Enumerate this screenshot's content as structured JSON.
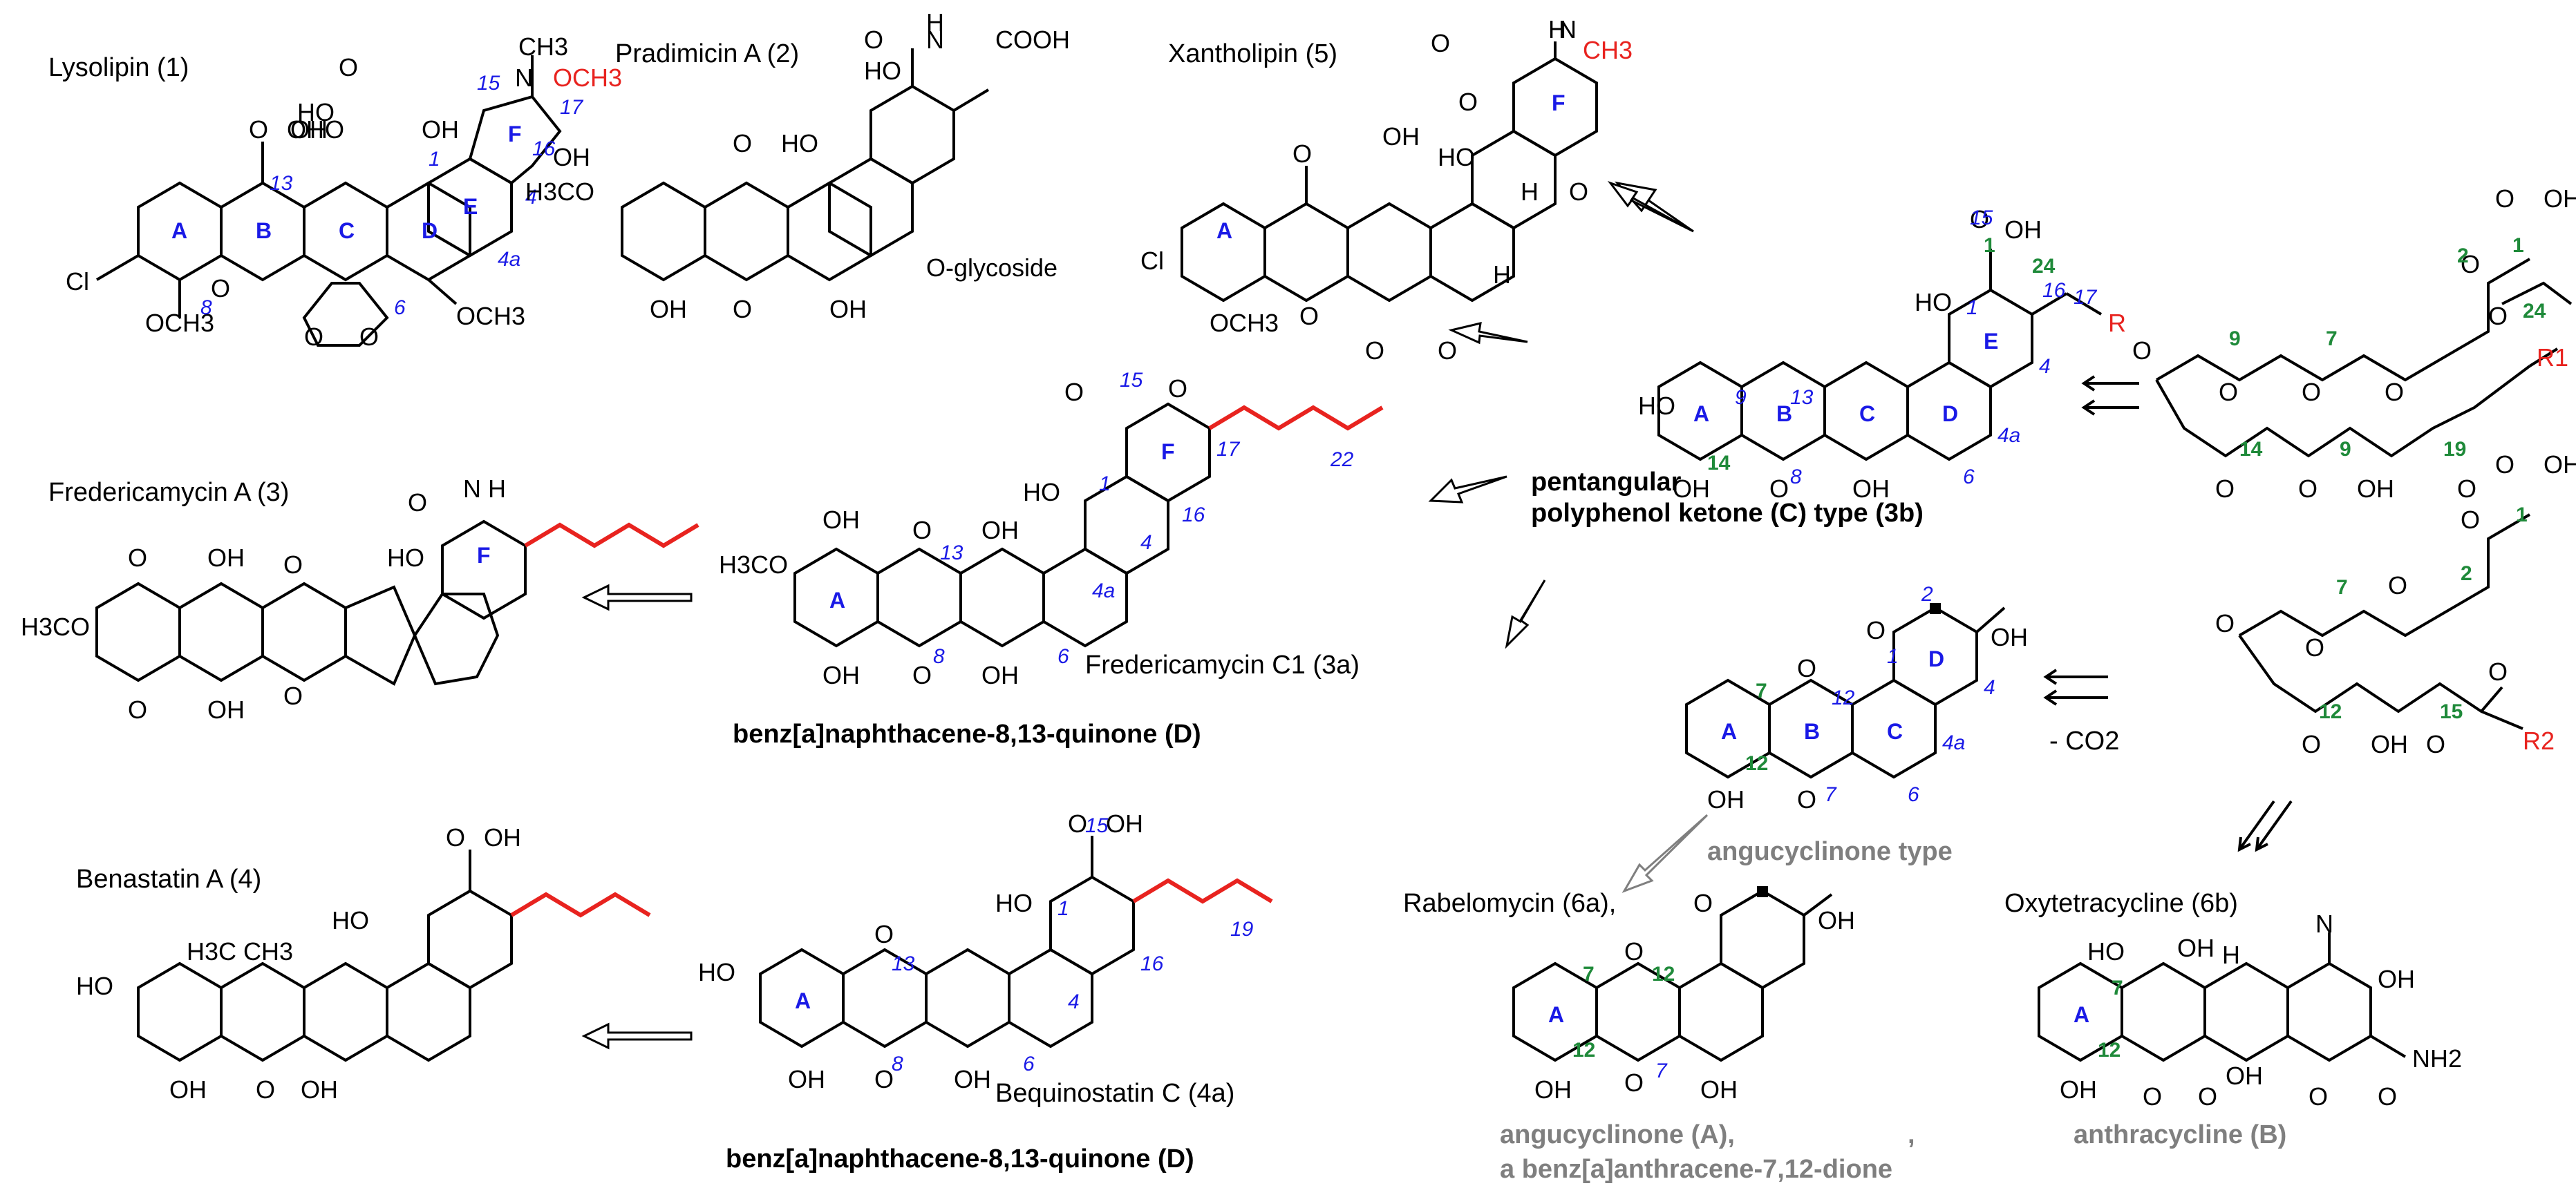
{
  "labels": {
    "lysolipin": "Lysolipin (1)",
    "pradimicin": "Pradimicin A (2)",
    "xantholipin": "Xantholipin (5)",
    "fredericamycin_a": "Fredericamycin A (3)",
    "fredericamycin_c1": "Fredericamycin C1 (3a)",
    "benastatin": "Benastatin A (4)",
    "bequinostatin": "Bequinostatin C (4a)",
    "rabelomycin": "Rabelomycin (6a),",
    "oxytetracycline": "Oxytetracycline (6b)",
    "class_c_line1": "pentangular",
    "class_c_line2": "polyphenol ketone (C) type (3b)",
    "class_d_1": "benz[a]naphthacene-8,13-quinone (D)",
    "class_d_2": "benz[a]naphthacene-8,13-quinone (D)",
    "angucyclinone_type": "angucyclinone type",
    "class_a_line1": "angucyclinone (A),",
    "class_a_line2": "a benz[a]anthracene-7,12-dione",
    "class_b": "anthracycline (B)",
    "minus_co2": "- CO2",
    "comma": ","
  },
  "atoms": {
    "och3": "OCH3",
    "h3co": "H3CO",
    "ch3": "CH3",
    "oh": "OH",
    "ho": "HO",
    "cl": "Cl",
    "o": "O",
    "n": "N",
    "h": "H",
    "nh": "N H",
    "cooh": "COOH",
    "glycoside": "O-glycoside",
    "nh2": "NH2",
    "r1": "R1",
    "r2": "R2",
    "r": "R",
    "h3c_ch3": "H3C CH3"
  },
  "rings": [
    "A",
    "B",
    "C",
    "D",
    "E",
    "F"
  ],
  "numbers": {
    "n1": "1",
    "n2": "2",
    "n4": "4",
    "n4a": "4a",
    "n6": "6",
    "n7": "7",
    "n8": "8",
    "n9": "9",
    "n12": "12",
    "n13": "13",
    "n14": "14",
    "n15": "15",
    "n16": "16",
    "n17": "17",
    "n19": "19",
    "n22": "22",
    "n24": "24"
  }
}
